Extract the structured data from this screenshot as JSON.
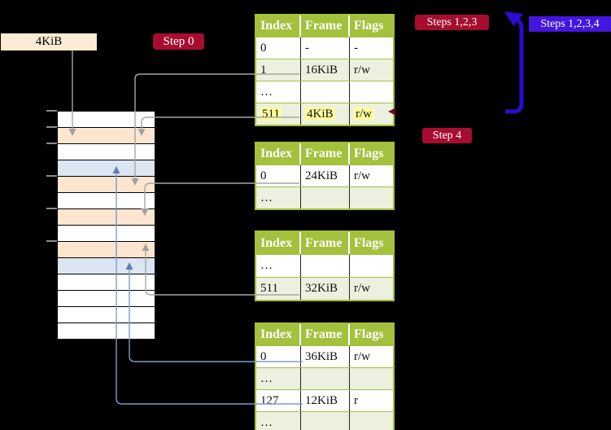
{
  "page_size_label": "4KiB",
  "badges": {
    "step0": "Step 0",
    "steps123": "Steps 1,2,3",
    "steps1234": "Steps 1,2,3,4",
    "step4": "Step 4"
  },
  "tables": [
    {
      "headers": [
        "Index",
        "Frame",
        "Flags"
      ],
      "rows": [
        {
          "cells": [
            "0",
            "-",
            "-"
          ],
          "shaded": false,
          "highlight": false
        },
        {
          "cells": [
            "1",
            "16KiB",
            "r/w"
          ],
          "shaded": true,
          "highlight": false
        },
        {
          "cells": [
            "…",
            "",
            ""
          ],
          "shaded": false,
          "highlight": false
        },
        {
          "cells": [
            "511",
            "4KiB",
            "r/w"
          ],
          "shaded": true,
          "highlight": true
        }
      ]
    },
    {
      "headers": [
        "Index",
        "Frame",
        "Flags"
      ],
      "rows": [
        {
          "cells": [
            "0",
            "24KiB",
            "r/w"
          ],
          "shaded": false,
          "highlight": false
        },
        {
          "cells": [
            "…",
            "",
            ""
          ],
          "shaded": true,
          "highlight": false
        }
      ]
    },
    {
      "headers": [
        "Index",
        "Frame",
        "Flags"
      ],
      "rows": [
        {
          "cells": [
            "…",
            "",
            ""
          ],
          "shaded": false,
          "highlight": false
        },
        {
          "cells": [
            "511",
            "32KiB",
            "r/w"
          ],
          "shaded": true,
          "highlight": false
        }
      ]
    },
    {
      "headers": [
        "Index",
        "Frame",
        "Flags"
      ],
      "rows": [
        {
          "cells": [
            "0",
            "36KiB",
            "r/w"
          ],
          "shaded": false,
          "highlight": false
        },
        {
          "cells": [
            "…",
            "",
            ""
          ],
          "shaded": true,
          "highlight": false
        },
        {
          "cells": [
            "127",
            "12KiB",
            "r"
          ],
          "shaded": false,
          "highlight": false
        },
        {
          "cells": [
            "…",
            "",
            ""
          ],
          "shaded": true,
          "highlight": false
        }
      ]
    }
  ],
  "memory_column": {
    "rows": [
      {
        "fill": "white"
      },
      {
        "fill": "peach"
      },
      {
        "fill": "white"
      },
      {
        "fill": "blue"
      },
      {
        "fill": "peach"
      },
      {
        "fill": "white"
      },
      {
        "fill": "peach"
      },
      {
        "fill": "white"
      },
      {
        "fill": "peach"
      },
      {
        "fill": "blue"
      },
      {
        "fill": "white"
      },
      {
        "fill": "white"
      },
      {
        "fill": "white"
      },
      {
        "fill": "white"
      }
    ]
  },
  "colors": {
    "badge_crimson": "#A60D2F",
    "badge_blue": "#4515E0",
    "loop_arrow_blue": "#2D0BD3",
    "table_header_green": "#A3C13C",
    "table_shaded_row": "#EBF1DE",
    "highlight_yellow": "#FFFF9B",
    "row_peach": "#FDE5CF",
    "row_blue": "#DCE6F2",
    "label_cream": "#FAEBD2",
    "connector_gray": "#A6A6A6",
    "connector_blue": "#7E9BCB"
  }
}
